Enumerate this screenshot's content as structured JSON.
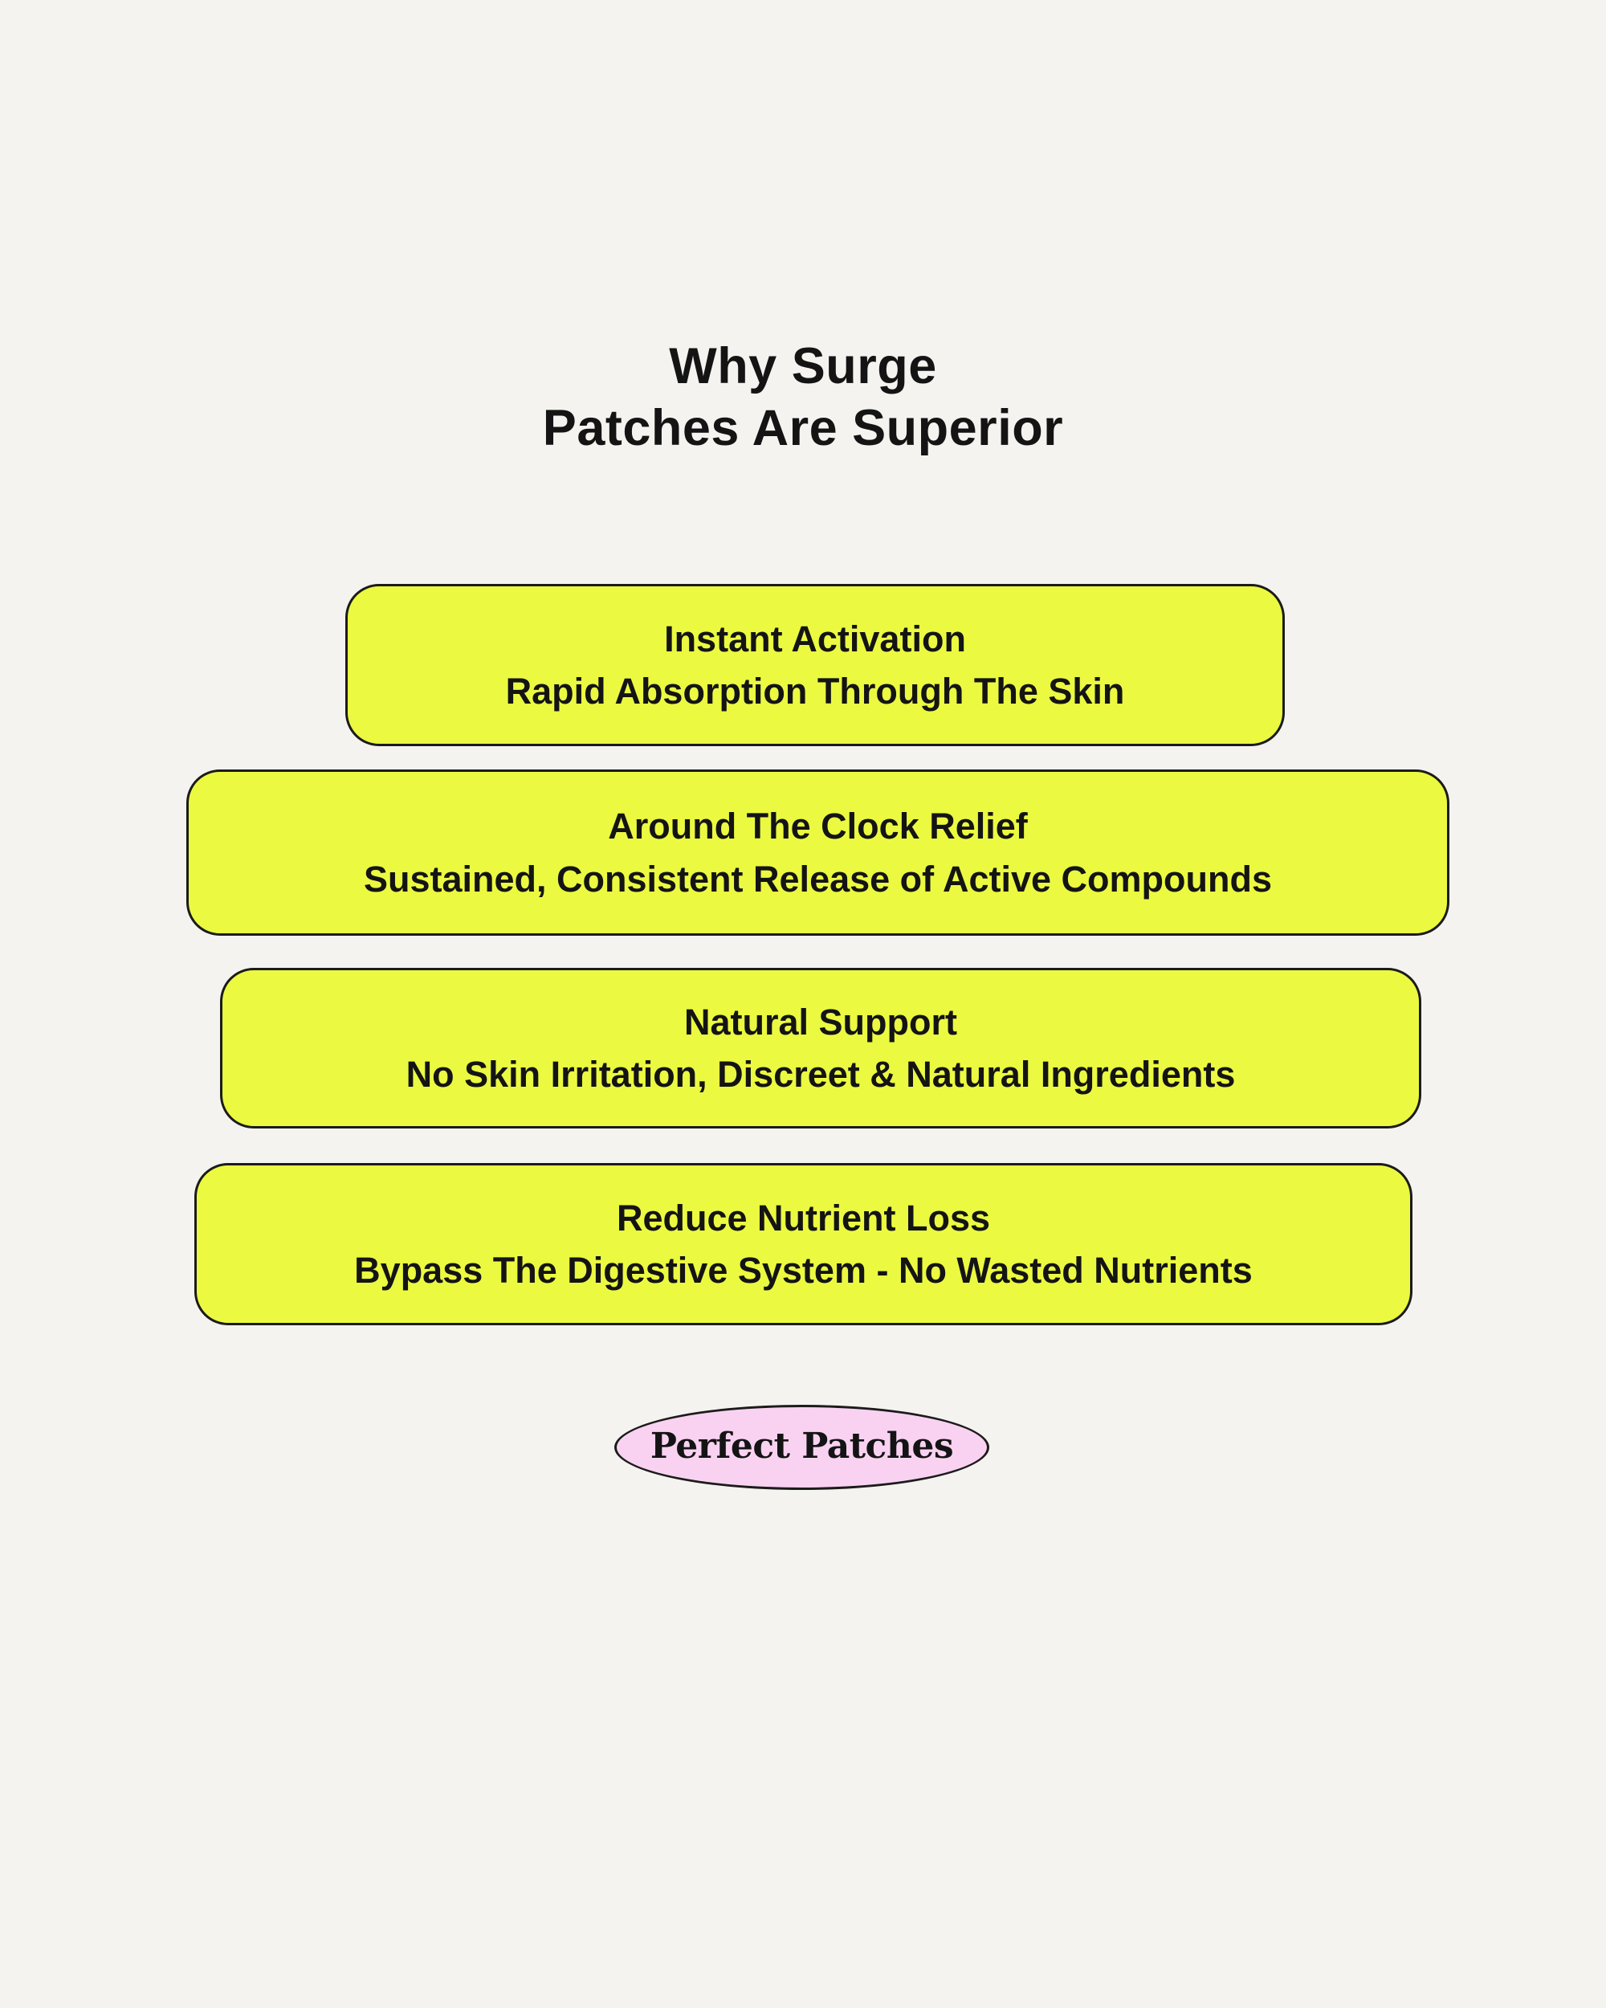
{
  "title": {
    "line1": "Why Surge",
    "line2": "Patches Are Superior"
  },
  "benefits": [
    {
      "heading": "Instant Activation",
      "description": "Rapid Absorption Through The Skin"
    },
    {
      "heading": "Around The Clock Relief",
      "description": "Sustained, Consistent Release of Active Compounds"
    },
    {
      "heading": "Natural Support",
      "description": "No Skin Irritation, Discreet & Natural Ingredients"
    },
    {
      "heading": "Reduce Nutrient Loss",
      "description": "Bypass The Digestive System - No Wasted Nutrients"
    }
  ],
  "brand": {
    "label": "Perfect Patches"
  },
  "colors": {
    "background": "#f4f3ef",
    "card_fill": "#ebfa41",
    "card_border": "#1b1b1b",
    "brand_fill": "#f9d2f1",
    "brand_border": "#1b1b1b",
    "text": "#141414"
  }
}
